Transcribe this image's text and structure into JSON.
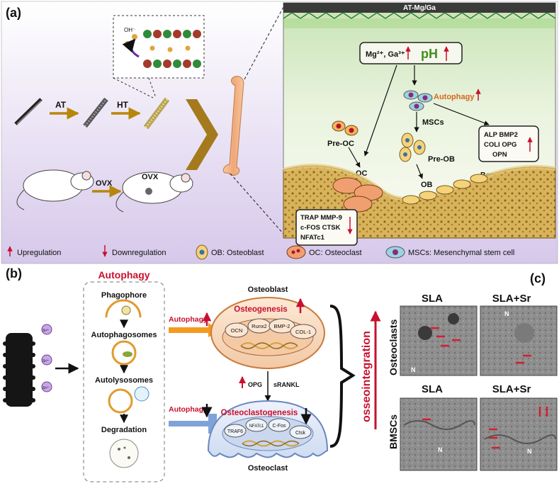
{
  "panel_a": {
    "label": "(a)",
    "material": {
      "step1": "AT",
      "step2": "HT",
      "ion": "OH⁻"
    },
    "mouse": {
      "step": "OVX",
      "label": "OVX"
    },
    "inset": {
      "title": "AT-Mg/Ga",
      "ions": "Mg²⁺, Ga³⁺",
      "ph": "pH",
      "autophagy": "Autophagy",
      "mscs": "MSCs",
      "pre_oc": "Pre-OC",
      "oc": "OC",
      "pre_ob": "Pre-OB",
      "ob": "OB",
      "bone_lining": "Bone-lining cell",
      "ob_markers": [
        "ALP BMP2",
        "COLI OPG",
        "OPN"
      ],
      "oc_markers": [
        "TRAP MMP-9",
        "c-FOS CTSK",
        "NFATc1"
      ]
    },
    "legend": {
      "up": "Upregulation",
      "down": "Downregulation",
      "ob": "OB: Osteoblast",
      "oc": "OC: Osteoclast",
      "mscs": "MSCs: Mesenchymal stem cell"
    }
  },
  "panel_b": {
    "label": "(b)",
    "implant_ion": "Sr²⁺",
    "autophagy_title": "Autophagy",
    "stages": [
      "Phagophore",
      "Autophagosomes",
      "Autolysosomes",
      "Degradation"
    ],
    "autophagy_up": "Autophagy",
    "autophagy_down": "Autophagy",
    "osteoblast_title": "Osteoblast",
    "osteogenesis": "Osteogenesis",
    "ob_genes": [
      "OCN",
      "Runx2",
      "BMP-2",
      "COL-1"
    ],
    "opg": "OPG",
    "srankl": "sRANKL",
    "osteoclast_title": "Osteoclast",
    "osteoclastogenesis": "Osteoclastogenesis",
    "oc_genes": [
      "TRAF6",
      "NFATc1",
      "C-Fos",
      "Ctsk"
    ],
    "outcome": "osseointegration"
  },
  "panel_c": {
    "label": "(c)",
    "col1": "SLA",
    "col2": "SLA+Sr",
    "row1": "Osteoclasts",
    "row2": "BMSCs",
    "nucleus": "N"
  },
  "colors": {
    "accent_red": "#c8102e",
    "arrow_gold": "#b8860b",
    "ph_green": "#3f8f1f",
    "lavender_bg": "#e4dcf1",
    "osteoblast_fill": "#f3d9c3",
    "osteoclast_fill": "#dfe7f7"
  }
}
